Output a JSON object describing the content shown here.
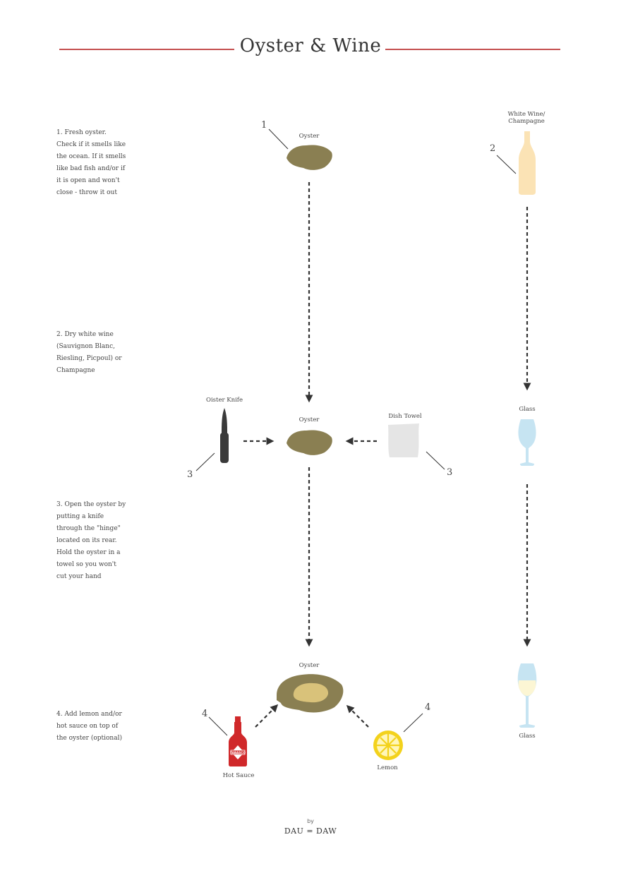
{
  "header": {
    "title": "Oyster & Wine"
  },
  "steps": [
    "1. Fresh oyster. Check if it smells like the ocean. If it smells like bad fish and/or if it is open and won't close - throw it out",
    "2. Dry white wine (Sauvignon Blanc, Riesling, Picpoul) or Champagne",
    "3. Open the oyster by putting a knife through the \"hinge\" located on its rear. Hold the oyster in a towel so you won't cut your hand",
    "4. Add lemon and/or hot sauce on top of the oyster (optional)"
  ],
  "labels": {
    "oyster_1": "Oyster",
    "wine_bottle_line1": "White Wine/",
    "wine_bottle_line2": "Champagne",
    "oyster_knife": "Oister Knife",
    "oyster_2": "Oyster",
    "dish_towel": "Dish Towel",
    "glass_empty": "Glass",
    "oyster_3": "Oyster",
    "glass_full": "Glass",
    "hot_sauce": "Hot Sauce",
    "lemon": "Lemon",
    "hot_sauce_brand": "TABASCO"
  },
  "numbers": {
    "n1": "1",
    "n2": "2",
    "n3_left": "3",
    "n3_right": "3",
    "n4_left": "4",
    "n4_right": "4"
  },
  "credit": {
    "by": "by",
    "name": "DAU = DAW"
  },
  "colors": {
    "rule": "#c4504f",
    "oyster_shell": "#8a7f52",
    "oyster_meat": "#d9c27a",
    "wine_bottle": "#fbe3b5",
    "glass": "#c6e4f2",
    "wine": "#fcf6d4",
    "knife": "#3a3a3a",
    "towel": "#e5e5e5",
    "tabasco": "#d0282a",
    "lemon": "#f3d21c",
    "arrow": "#333333"
  }
}
